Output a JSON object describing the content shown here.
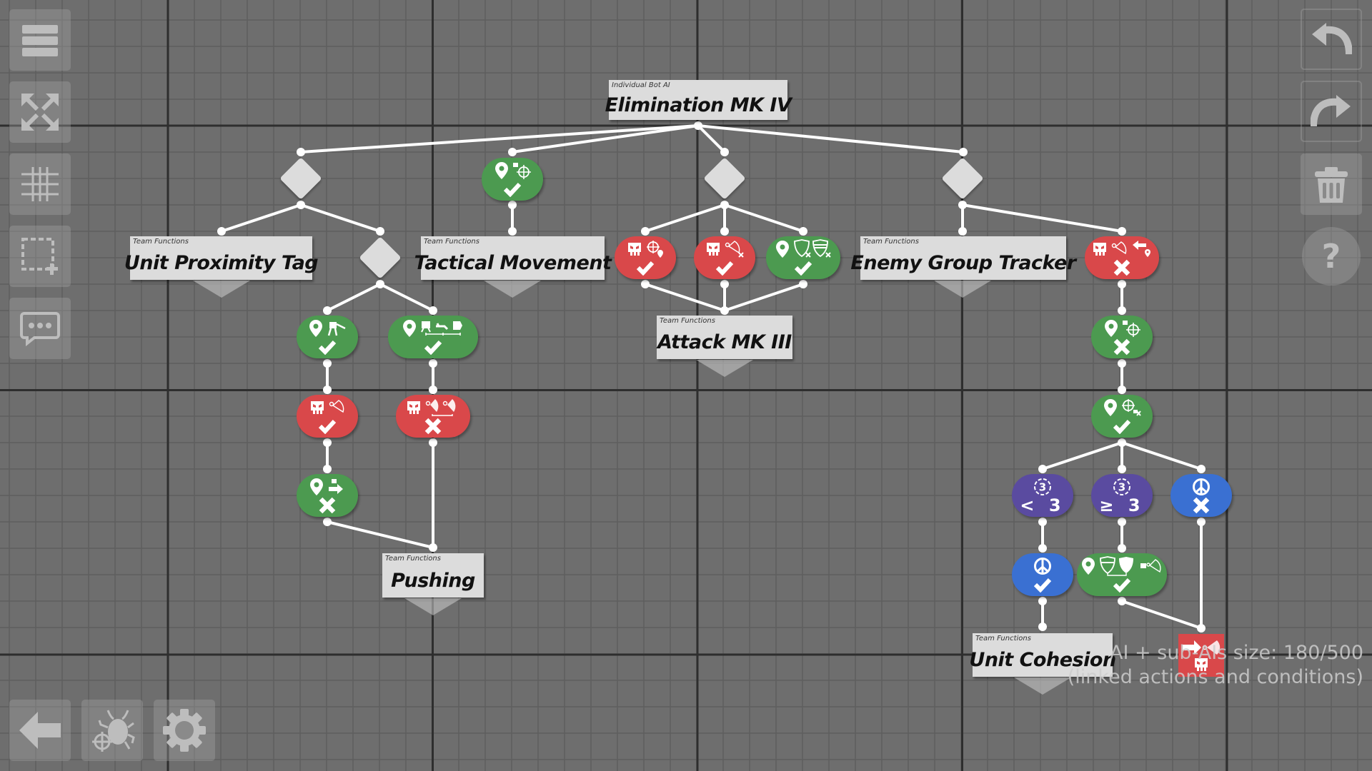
{
  "colors": {
    "canvas": "#6e6e6e",
    "action_green": "#4c9a50",
    "target_red": "#d9484a",
    "peace_blue": "#3a70d2",
    "count_purple": "#5a4ba0",
    "node_box": "#dcdcdc"
  },
  "left_toolbar": [
    {
      "name": "menu-button",
      "icon": "hamburger-menu-icon"
    },
    {
      "name": "fit-view-button",
      "icon": "expand-arrows-icon"
    },
    {
      "name": "grid-toggle-button",
      "icon": "grid-icon"
    },
    {
      "name": "box-select-button",
      "icon": "dashed-select-add-icon"
    },
    {
      "name": "comment-button",
      "icon": "speech-bubble-icon"
    }
  ],
  "right_toolbar": [
    {
      "name": "undo-button",
      "icon": "undo-arrow-icon"
    },
    {
      "name": "redo-button",
      "icon": "redo-arrow-icon"
    },
    {
      "name": "delete-button",
      "icon": "trash-icon"
    },
    {
      "name": "help-button",
      "icon": "question-mark-icon",
      "label": "?"
    }
  ],
  "bottom_toolbar": [
    {
      "name": "back-button",
      "icon": "arrow-left-icon"
    },
    {
      "name": "debug-button",
      "icon": "bug-target-icon"
    },
    {
      "name": "settings-button",
      "icon": "gear-icon"
    }
  ],
  "tree": {
    "root": {
      "kind": "Individual Bot AI",
      "title": "Elimination MK IV"
    },
    "functions": [
      {
        "id": "upt",
        "kind": "Team Functions",
        "title": "Unit Proximity Tag"
      },
      {
        "id": "tac",
        "kind": "Team Functions",
        "title": "Tactical Movement"
      },
      {
        "id": "atk",
        "kind": "Team Functions",
        "title": "Attack MK III"
      },
      {
        "id": "egt",
        "kind": "Team Functions",
        "title": "Enemy Group Tracker"
      },
      {
        "id": "push",
        "kind": "Team Functions",
        "title": "Pushing"
      },
      {
        "id": "coh",
        "kind": "Team Functions",
        "title": "Unit Cohesion"
      }
    ],
    "conditions": [
      {
        "id": "c-tac",
        "color": "green",
        "icons": [
          "location-pin",
          "enemy-target"
        ],
        "result": "check"
      },
      {
        "id": "c-l1",
        "color": "green",
        "icons": [
          "location-pin",
          "walker-unit"
        ],
        "result": "check"
      },
      {
        "id": "c-l2",
        "color": "red",
        "icons": [
          "skull",
          "weapon-range"
        ],
        "result": "check"
      },
      {
        "id": "c-l3",
        "color": "green",
        "icons": [
          "location-pin",
          "move-toward-enemy"
        ],
        "result": "cross"
      },
      {
        "id": "c-r1",
        "color": "green",
        "icons": [
          "location-pin",
          "unit-group"
        ],
        "result": "check"
      },
      {
        "id": "c-r2",
        "color": "red",
        "icons": [
          "skull",
          "radar-ranges"
        ],
        "result": "cross"
      },
      {
        "id": "c-a1",
        "color": "red",
        "icons": [
          "skull",
          "target-location"
        ],
        "result": "check"
      },
      {
        "id": "c-a2",
        "color": "red",
        "icons": [
          "skull",
          "weapon-range-x"
        ],
        "result": "check"
      },
      {
        "id": "c-a3",
        "color": "green",
        "icons": [
          "location-pin",
          "shields-x"
        ],
        "result": "check"
      },
      {
        "id": "c-e1",
        "color": "red",
        "icons": [
          "skull",
          "weapon-range",
          "retreat-location"
        ],
        "result": "cross"
      },
      {
        "id": "c-e2",
        "color": "green",
        "icons": [
          "location-pin",
          "enemy-target"
        ],
        "result": "cross"
      },
      {
        "id": "c-e3",
        "color": "green",
        "icons": [
          "location-pin",
          "target-enemy-x"
        ],
        "result": "check"
      },
      {
        "id": "c-n1",
        "color": "purple",
        "icons": [
          "unit-count-3"
        ],
        "compare": "< 3"
      },
      {
        "id": "c-n2",
        "color": "purple",
        "icons": [
          "unit-count-3"
        ],
        "compare": "≥ 3"
      },
      {
        "id": "c-p1",
        "color": "blue",
        "icons": [
          "peace"
        ],
        "result": "cross"
      },
      {
        "id": "c-p2",
        "color": "blue",
        "icons": [
          "peace"
        ],
        "result": "check"
      },
      {
        "id": "c-s1",
        "color": "green",
        "icons": [
          "location-pin",
          "shields",
          "enemy-weapon-range"
        ],
        "result": "check"
      }
    ],
    "actions": [
      {
        "id": "a-final",
        "color": "red",
        "icons": [
          "move-arrow",
          "weapon-range",
          "skull"
        ]
      }
    ]
  },
  "status": {
    "size_line": "AI + sub-AIs size: 180/500",
    "size_note": "(linked actions and conditions)",
    "size_used": 180,
    "size_max": 500
  }
}
